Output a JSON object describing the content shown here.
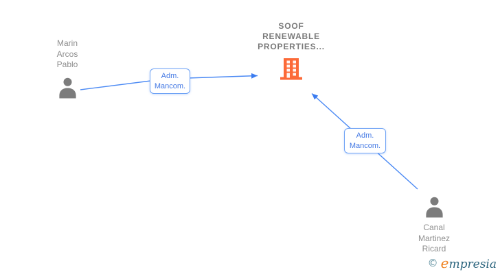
{
  "company": {
    "name": "SOOF RENEWABLE PROPERTIES...",
    "line1": "SOOF",
    "line2": "RENEWABLE",
    "line3": "PROPERTIES..."
  },
  "people": [
    {
      "name": "Marin Arcos Pablo",
      "line1": "Marin",
      "line2": "Arcos",
      "line3": "Pablo"
    },
    {
      "name": "Canal Martinez Ricard",
      "line1": "Canal",
      "line2": "Martinez",
      "line3": "Ricard"
    }
  ],
  "relations": [
    {
      "label": "Adm. Mancom.",
      "label_line1": "Adm.",
      "label_line2": "Mancom.",
      "source": "Marin Arcos Pablo",
      "target": "SOOF RENEWABLE PROPERTIES..."
    },
    {
      "label": "Adm. Mancom.",
      "label_line1": "Adm.",
      "label_line2": "Mancom.",
      "source": "Canal Martinez Ricard",
      "target": "SOOF RENEWABLE PROPERTIES..."
    }
  ],
  "footer": {
    "copyright": "©",
    "brand_lead": "e",
    "brand_rest": "mpresia"
  },
  "icons": {
    "company": "building-icon",
    "person": "person-icon",
    "copyright": "copyright-icon"
  },
  "colors": {
    "link_blue": "#4a89f4",
    "arrow_blue": "#3b7cf0",
    "label_text_blue": "#4479e4",
    "label_border_blue": "#6fa3f5",
    "person_gray": "#7c7c7c",
    "name_text_gray": "#8e8e8e",
    "company_text_gray": "#7a7a7a",
    "building_orange": "#fc6a38",
    "logo_orange": "#ef8322",
    "logo_teal": "#2c657e",
    "background": "#ffffff"
  }
}
